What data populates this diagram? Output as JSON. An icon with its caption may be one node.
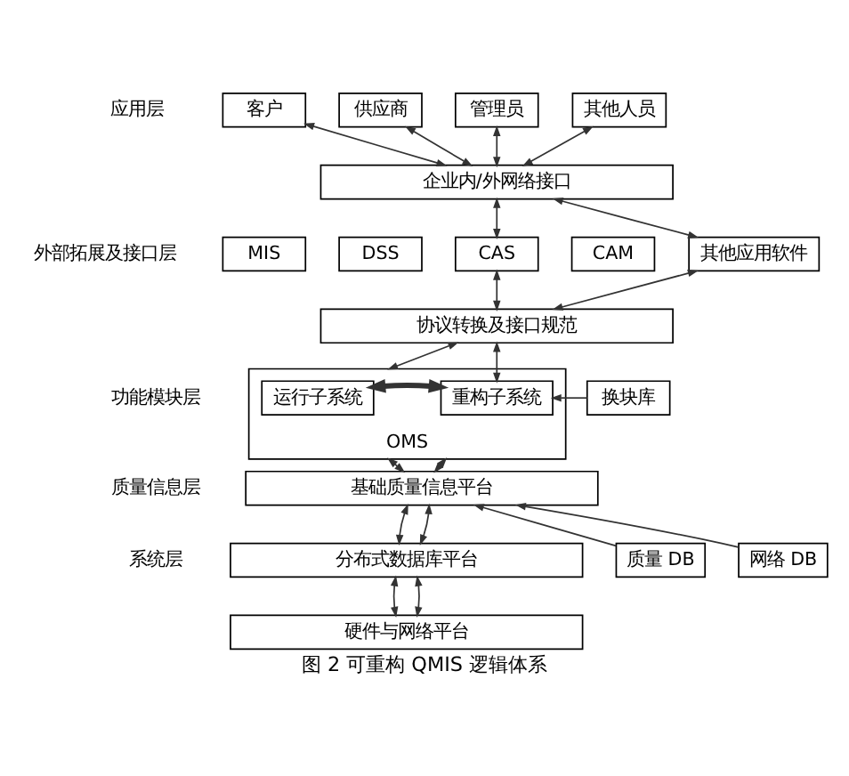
{
  "diagram": {
    "caption": "图 2 可重构 QMIS 逻辑体系",
    "nodes": [
      {
        "text": [
          "客户"
        ]
      },
      {
        "text": [
          "供应商"
        ]
      },
      {
        "text": [
          "管理员"
        ]
      },
      {
        "text": [
          "其他人员"
        ]
      },
      {
        "text": [
          "企业内/外网络接口"
        ]
      },
      {
        "text": [
          "MIS"
        ]
      },
      {
        "text": [
          "DSS"
        ]
      },
      {
        "text": [
          "CAS"
        ]
      },
      {
        "text": [
          "CAM"
        ]
      },
      {
        "text": [
          "其他应用软件"
        ]
      },
      {
        "text": [
          "协议转换及接口规范"
        ]
      },
      {
        "text": [
          "OMS"
        ]
      },
      {
        "text": [
          "运行子系统"
        ],
        "in": 11
      },
      {
        "text": [
          "重构子系统"
        ],
        "in": 11
      },
      {
        "text": [
          "换块库"
        ]
      },
      {
        "text": [
          "基础质量信息平台"
        ]
      },
      {
        "text": [
          "分布式数据库平台"
        ]
      },
      {
        "text": [
          "硬件与网络平台"
        ]
      },
      {
        "text": [
          "质量 DB"
        ]
      },
      {
        "text": [
          "网络 DB"
        ]
      }
    ],
    "edges": [
      {
        "from": 0,
        "to": 4,
        "arrow": "both"
      },
      {
        "from": 1,
        "to": 4,
        "arrow": "both"
      },
      {
        "from": 2,
        "to": 4,
        "arrow": "both"
      },
      {
        "from": 3,
        "to": 4,
        "arrow": "both"
      },
      {
        "from": 4,
        "to": 7,
        "arrow": "both"
      },
      {
        "from": 4,
        "to": 9,
        "arrow": "both"
      },
      {
        "from": 7,
        "to": 10,
        "arrow": "both"
      },
      {
        "from": 9,
        "to": 10,
        "arrow": "both"
      },
      {
        "from": 10,
        "to": 11,
        "arrow": "both"
      },
      {
        "from": 10,
        "to": 13,
        "arrow": "both"
      },
      {
        "from": 12,
        "to": 13,
        "arrow": "both",
        "style": "thick"
      },
      {
        "from": 14,
        "to": 13,
        "arrow": "to"
      },
      {
        "from": 11,
        "to": 15,
        "arrow": "both"
      },
      {
        "from": 11,
        "to": 15,
        "arrow": "both"
      },
      {
        "from": 15,
        "to": 16,
        "arrow": "both"
      },
      {
        "from": 15,
        "to": 16,
        "arrow": "both"
      },
      {
        "from": 16,
        "to": 17,
        "arrow": "both"
      },
      {
        "from": 16,
        "to": 17,
        "arrow": "both"
      },
      {
        "from": 18,
        "to": 15,
        "arrow": "to"
      },
      {
        "from": 19,
        "to": 15,
        "arrow": "to"
      }
    ],
    "labels": [
      "应用层",
      "外部拓展及接口层",
      "功能模块层",
      "质量信息层",
      "系统层"
    ]
  }
}
